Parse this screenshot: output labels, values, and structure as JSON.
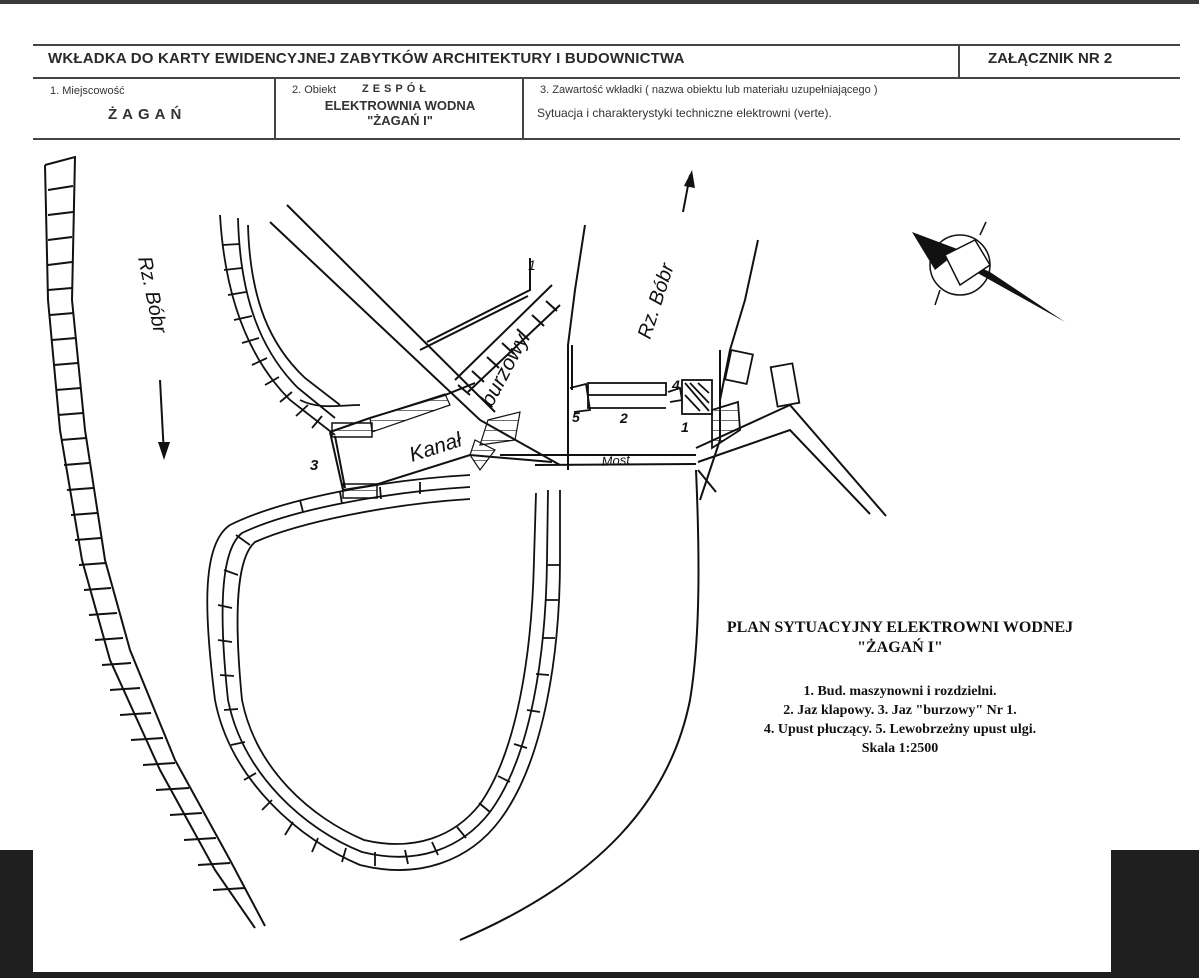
{
  "header": {
    "title": "WKŁADKA DO KARTY EWIDENCYJNEJ ZABYTKÓW ARCHITEKTURY I BUDOWNICTWA",
    "annex": "ZAŁĄCZNIK NR 2",
    "field1_label": "1. Miejscowość",
    "field1_value": "ŻAGAŃ",
    "field2_label": "2. Obiekt",
    "field2_group": "ZESPÓŁ",
    "field2_line1": "ELEKTROWNIA WODNA",
    "field2_line2": "\"ŻAGAŃ I\"",
    "field3_label": "3. Zawartość wkładki ( nazwa obiektu lub materiału uzupełniającego )",
    "field3_value": "Sytuacja i charakterystyki techniczne elektrowni (verte)."
  },
  "map": {
    "river_left": "Rz. Bóbr",
    "river_right": "Rz. Bóbr",
    "canal_1": "Kanał",
    "canal_2": "burzowy",
    "bridge": "Most",
    "num_1": "1",
    "num_2": "2",
    "num_3": "3",
    "num_4": "4",
    "num_5": "5",
    "num_1b": "1"
  },
  "legend": {
    "title_1": "PLAN SYTUACYJNY ELEKTROWNI WODNEJ",
    "title_2": "\"ŻAGAŃ I\"",
    "line_1": "1. Bud. maszynowni i rozdzielni.",
    "line_2": "2. Jaz klapowy. 3. Jaz \"burzowy\" Nr 1.",
    "line_3": "4. Upust płuczący. 5. Lewobrzeżny upust ulgi.",
    "line_4": "Skala 1:2500"
  }
}
